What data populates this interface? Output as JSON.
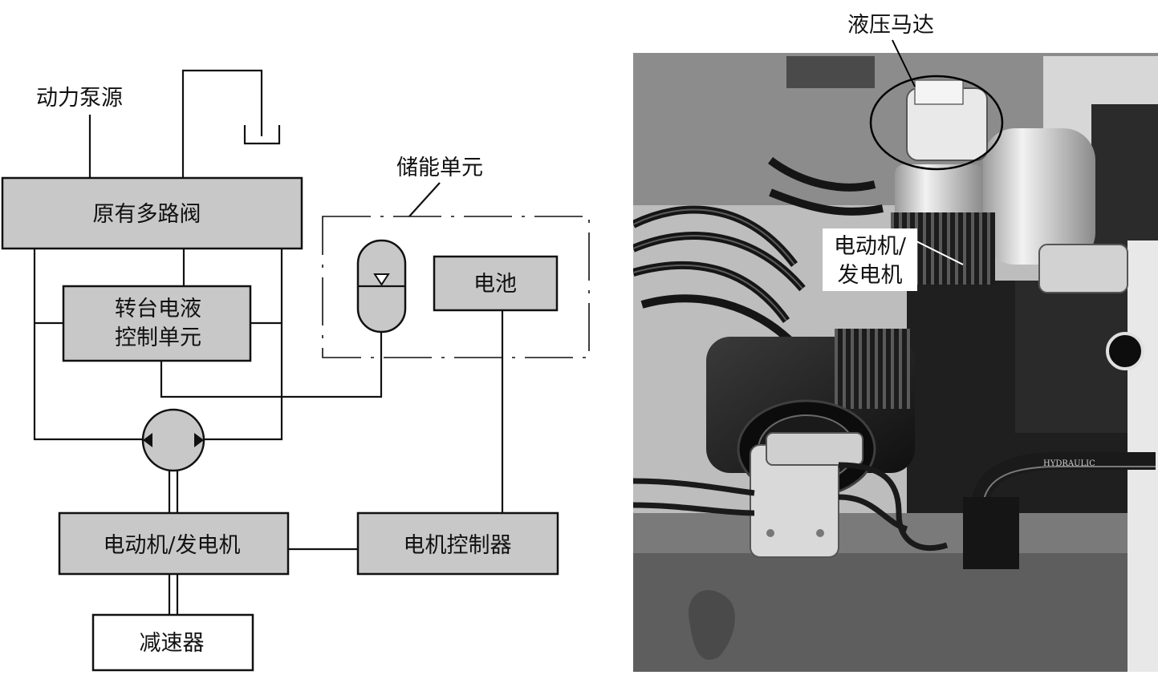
{
  "colors": {
    "box_fill": "#c8c8c8",
    "line": "#111111",
    "photo_dark": "#1e1e1e",
    "photo_light": "#e6e6e6"
  },
  "diagram": {
    "power_source_label": "动力泵源",
    "multi_valve_label": "原有多路阀",
    "turntable_unit_line1": "转台电液",
    "turntable_unit_line2": "控制单元",
    "energy_storage_label": "储能单元",
    "battery_label": "电池",
    "motor_generator_label": "电动机/发电机",
    "motor_controller_label": "电机控制器",
    "reducer_label": "减速器"
  },
  "photo": {
    "hydraulic_motor_label": "液压马达",
    "motor_generator_line1": "电动机/",
    "motor_generator_line2": "发电机",
    "hose_marking": "HYDRAULIC"
  }
}
